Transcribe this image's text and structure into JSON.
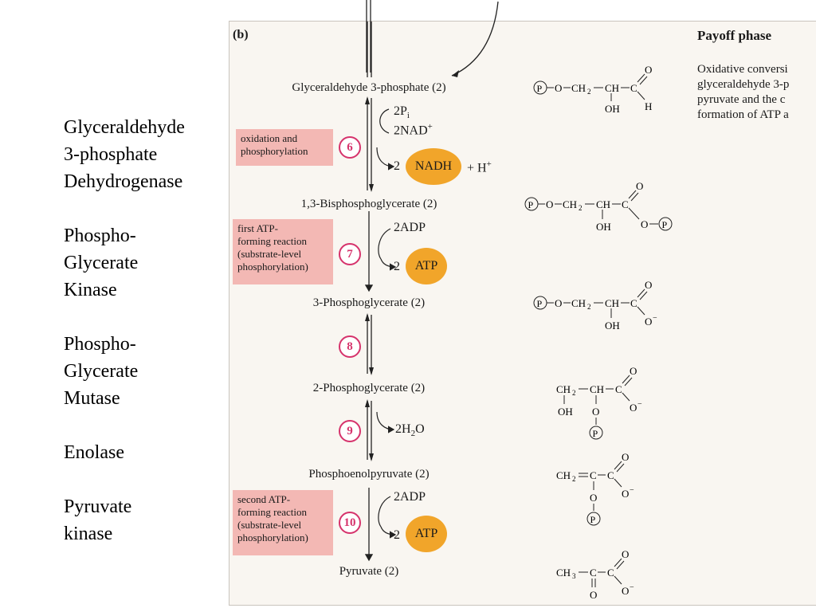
{
  "enzymes": [
    [
      "Glyceraldehyde",
      "3-phosphate",
      "Dehydrogenase"
    ],
    [
      "Phospho-",
      "Glycerate",
      "Kinase"
    ],
    [
      "Phospho-",
      "Glycerate",
      "Mutase"
    ],
    [
      "Enolase"
    ],
    [
      "Pyruvate",
      "kinase"
    ]
  ],
  "figure": {
    "panel_label": "(b)",
    "phase_title": "Payoff phase",
    "description": [
      "Oxidative conversi",
      "glyceraldehyde 3-p",
      "pyruvate and the c",
      "formation of ATP a"
    ]
  },
  "metabolites": {
    "gap": "Glyceraldehyde 3-phosphate (2)",
    "bpg": "1,3-Bisphosphoglycerate (2)",
    "pg3": "3-Phosphoglycerate (2)",
    "pg2": "2-Phosphoglycerate (2)",
    "pep": "Phosphoenolpyruvate (2)",
    "pyr": "Pyruvate (2)"
  },
  "steps": {
    "s6": {
      "num": "6",
      "box": [
        "oxidation and",
        "phosphorylation"
      ],
      "in1": "2P",
      "in1_sub": "i",
      "in2": "2NAD",
      "in2_sup": "+",
      "out_coef": "2",
      "out_oval": "NADH",
      "out_extra": "+ H",
      "out_extra_sup": "+"
    },
    "s7": {
      "num": "7",
      "box": [
        "first ATP-",
        "forming reaction",
        "(substrate-level",
        "phosphorylation)"
      ],
      "in1": "2ADP",
      "out_coef": "2",
      "out_oval": "ATP"
    },
    "s8": {
      "num": "8"
    },
    "s9": {
      "num": "9",
      "out": "2H",
      "out_sub": "2",
      "out_tail": "O"
    },
    "s10": {
      "num": "10",
      "box": [
        "second ATP-",
        "forming reaction",
        "(substrate-level",
        "phosphorylation)"
      ],
      "in1": "2ADP",
      "out_coef": "2",
      "out_oval": "ATP"
    }
  },
  "structures": {
    "P": "P",
    "O": "O",
    "OH": "OH",
    "H": "H",
    "C": "C",
    "CH": "CH",
    "CH2": "CH",
    "CH2sub": "2",
    "CH3": "CH",
    "CH3sub": "3",
    "Ominus": "O",
    "minus": "−"
  },
  "colors": {
    "box": "#f3b8b4",
    "step": "#d6336c",
    "oval": "#f1a52a"
  }
}
